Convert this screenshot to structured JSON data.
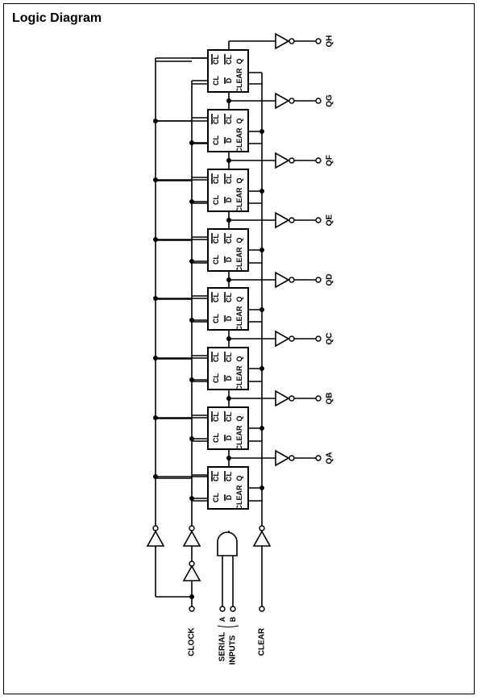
{
  "title": "Logic Diagram",
  "flip_flop": {
    "clear_label": "CLEAR",
    "clk_label": "CL",
    "clk_bar_label": "CL",
    "d_label": "D",
    "q_label": "Q",
    "count": 8
  },
  "outputs": [
    "QA",
    "QB",
    "QC",
    "QD",
    "QE",
    "QF",
    "QG",
    "QH"
  ],
  "inputs": {
    "clock": "CLOCK",
    "serial_line1": "SERIAL",
    "serial_line2": "INPUTS",
    "serial_a": "A",
    "serial_b": "B",
    "clear": "CLEAR"
  }
}
